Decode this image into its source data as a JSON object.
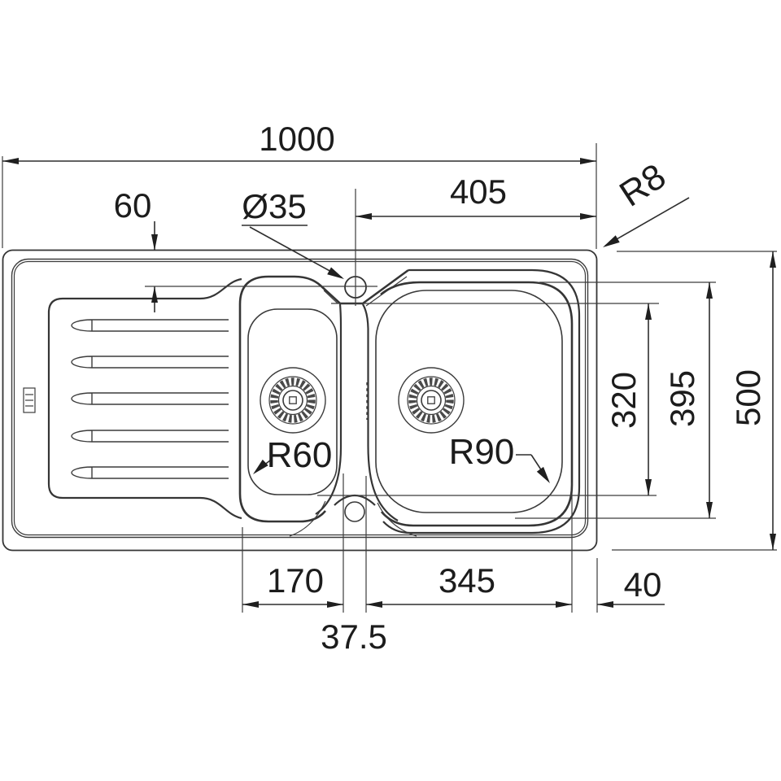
{
  "drawing": {
    "subject": "kitchen sink technical drawing - top view, drainer with 1.5 bowls",
    "colors": {
      "line": "#3c3c3c",
      "text": "#1c1c1c",
      "background": "#ffffff"
    },
    "dimensions": {
      "overall_width": "1000",
      "drainer_top_offset": "60",
      "tap_hole_diameter": "Ø35",
      "tap_to_edge": "405",
      "rim_corner_radius": "R8",
      "overall_depth": "500",
      "large_bowl_outer_depth": "395",
      "large_bowl_inner_depth": "320",
      "small_bowl_corner_radius": "R60",
      "large_bowl_corner_radius": "R90",
      "small_bowl_width": "170",
      "large_bowl_width": "345",
      "edge_margin": "40",
      "divider_width": "37.5"
    }
  }
}
